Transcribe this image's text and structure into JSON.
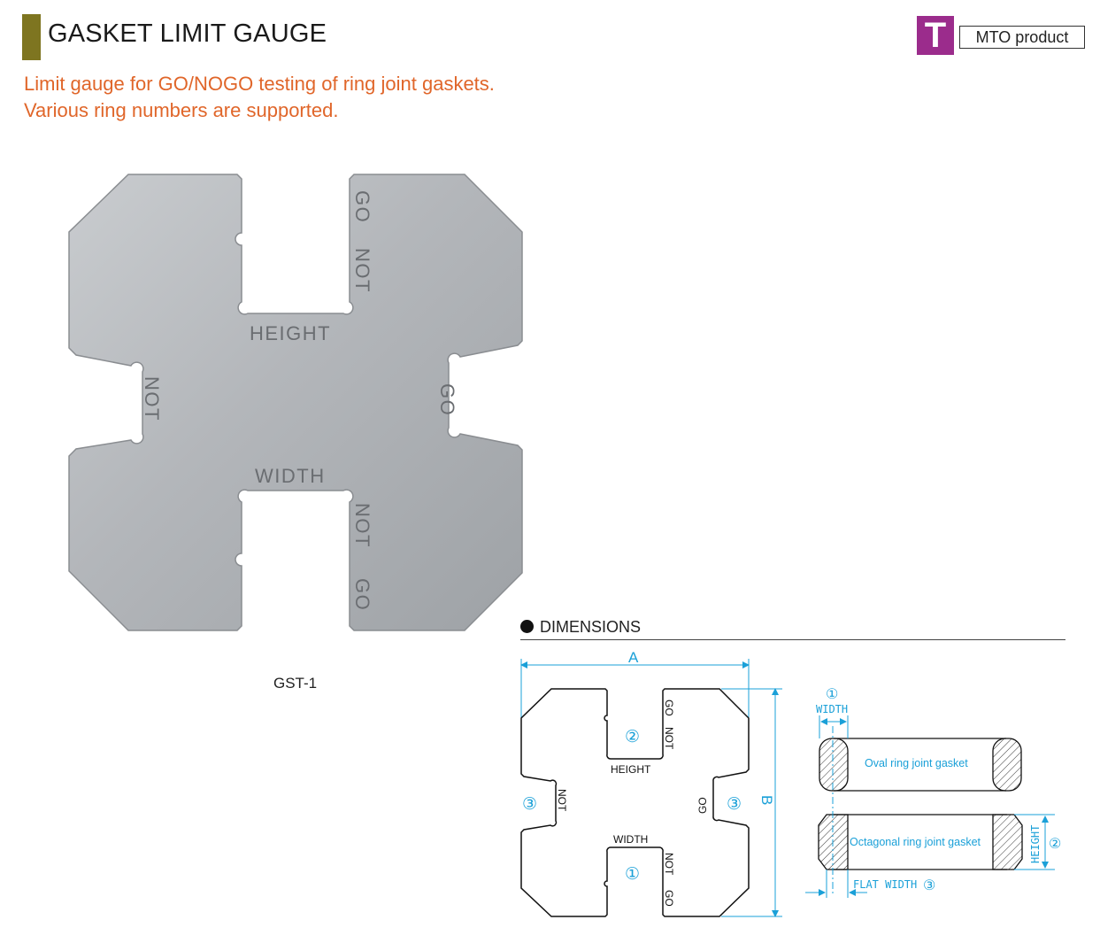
{
  "header": {
    "title": "GASKET LIMIT GAUGE",
    "badge_letter": "T",
    "badge_label": "MTO product",
    "accent_color": "#7e7520",
    "badge_color": "#9b2c8c"
  },
  "description": {
    "line1": "Limit gauge for GO/NOGO testing of ring joint gaskets.",
    "line2": "Various ring numbers are supported.",
    "color": "#e0662a"
  },
  "product": {
    "model": "GST-1",
    "engravings": {
      "go_top": "GO",
      "not_top": "NOT",
      "height": "HEIGHT",
      "not_left": "NOT",
      "go_right": "GO",
      "width": "WIDTH",
      "not_bottom": "NOT",
      "go_bottom": "GO"
    }
  },
  "dimensions": {
    "heading": "DIMENSIONS",
    "label_a": "A",
    "label_b": "B",
    "marker_1": "①",
    "marker_2": "②",
    "marker_3": "③",
    "gauge_labels": {
      "go": "GO",
      "not": "NOT",
      "height": "HEIGHT",
      "width": "WIDTH"
    },
    "gasket_labels": {
      "width": "WIDTH",
      "height": "HEIGHT",
      "flat_width": "FLAT WIDTH",
      "oval": "Oval ring joint gasket",
      "octagonal": "Octagonal ring joint gasket"
    },
    "dim_color": "#1aa0d8"
  }
}
